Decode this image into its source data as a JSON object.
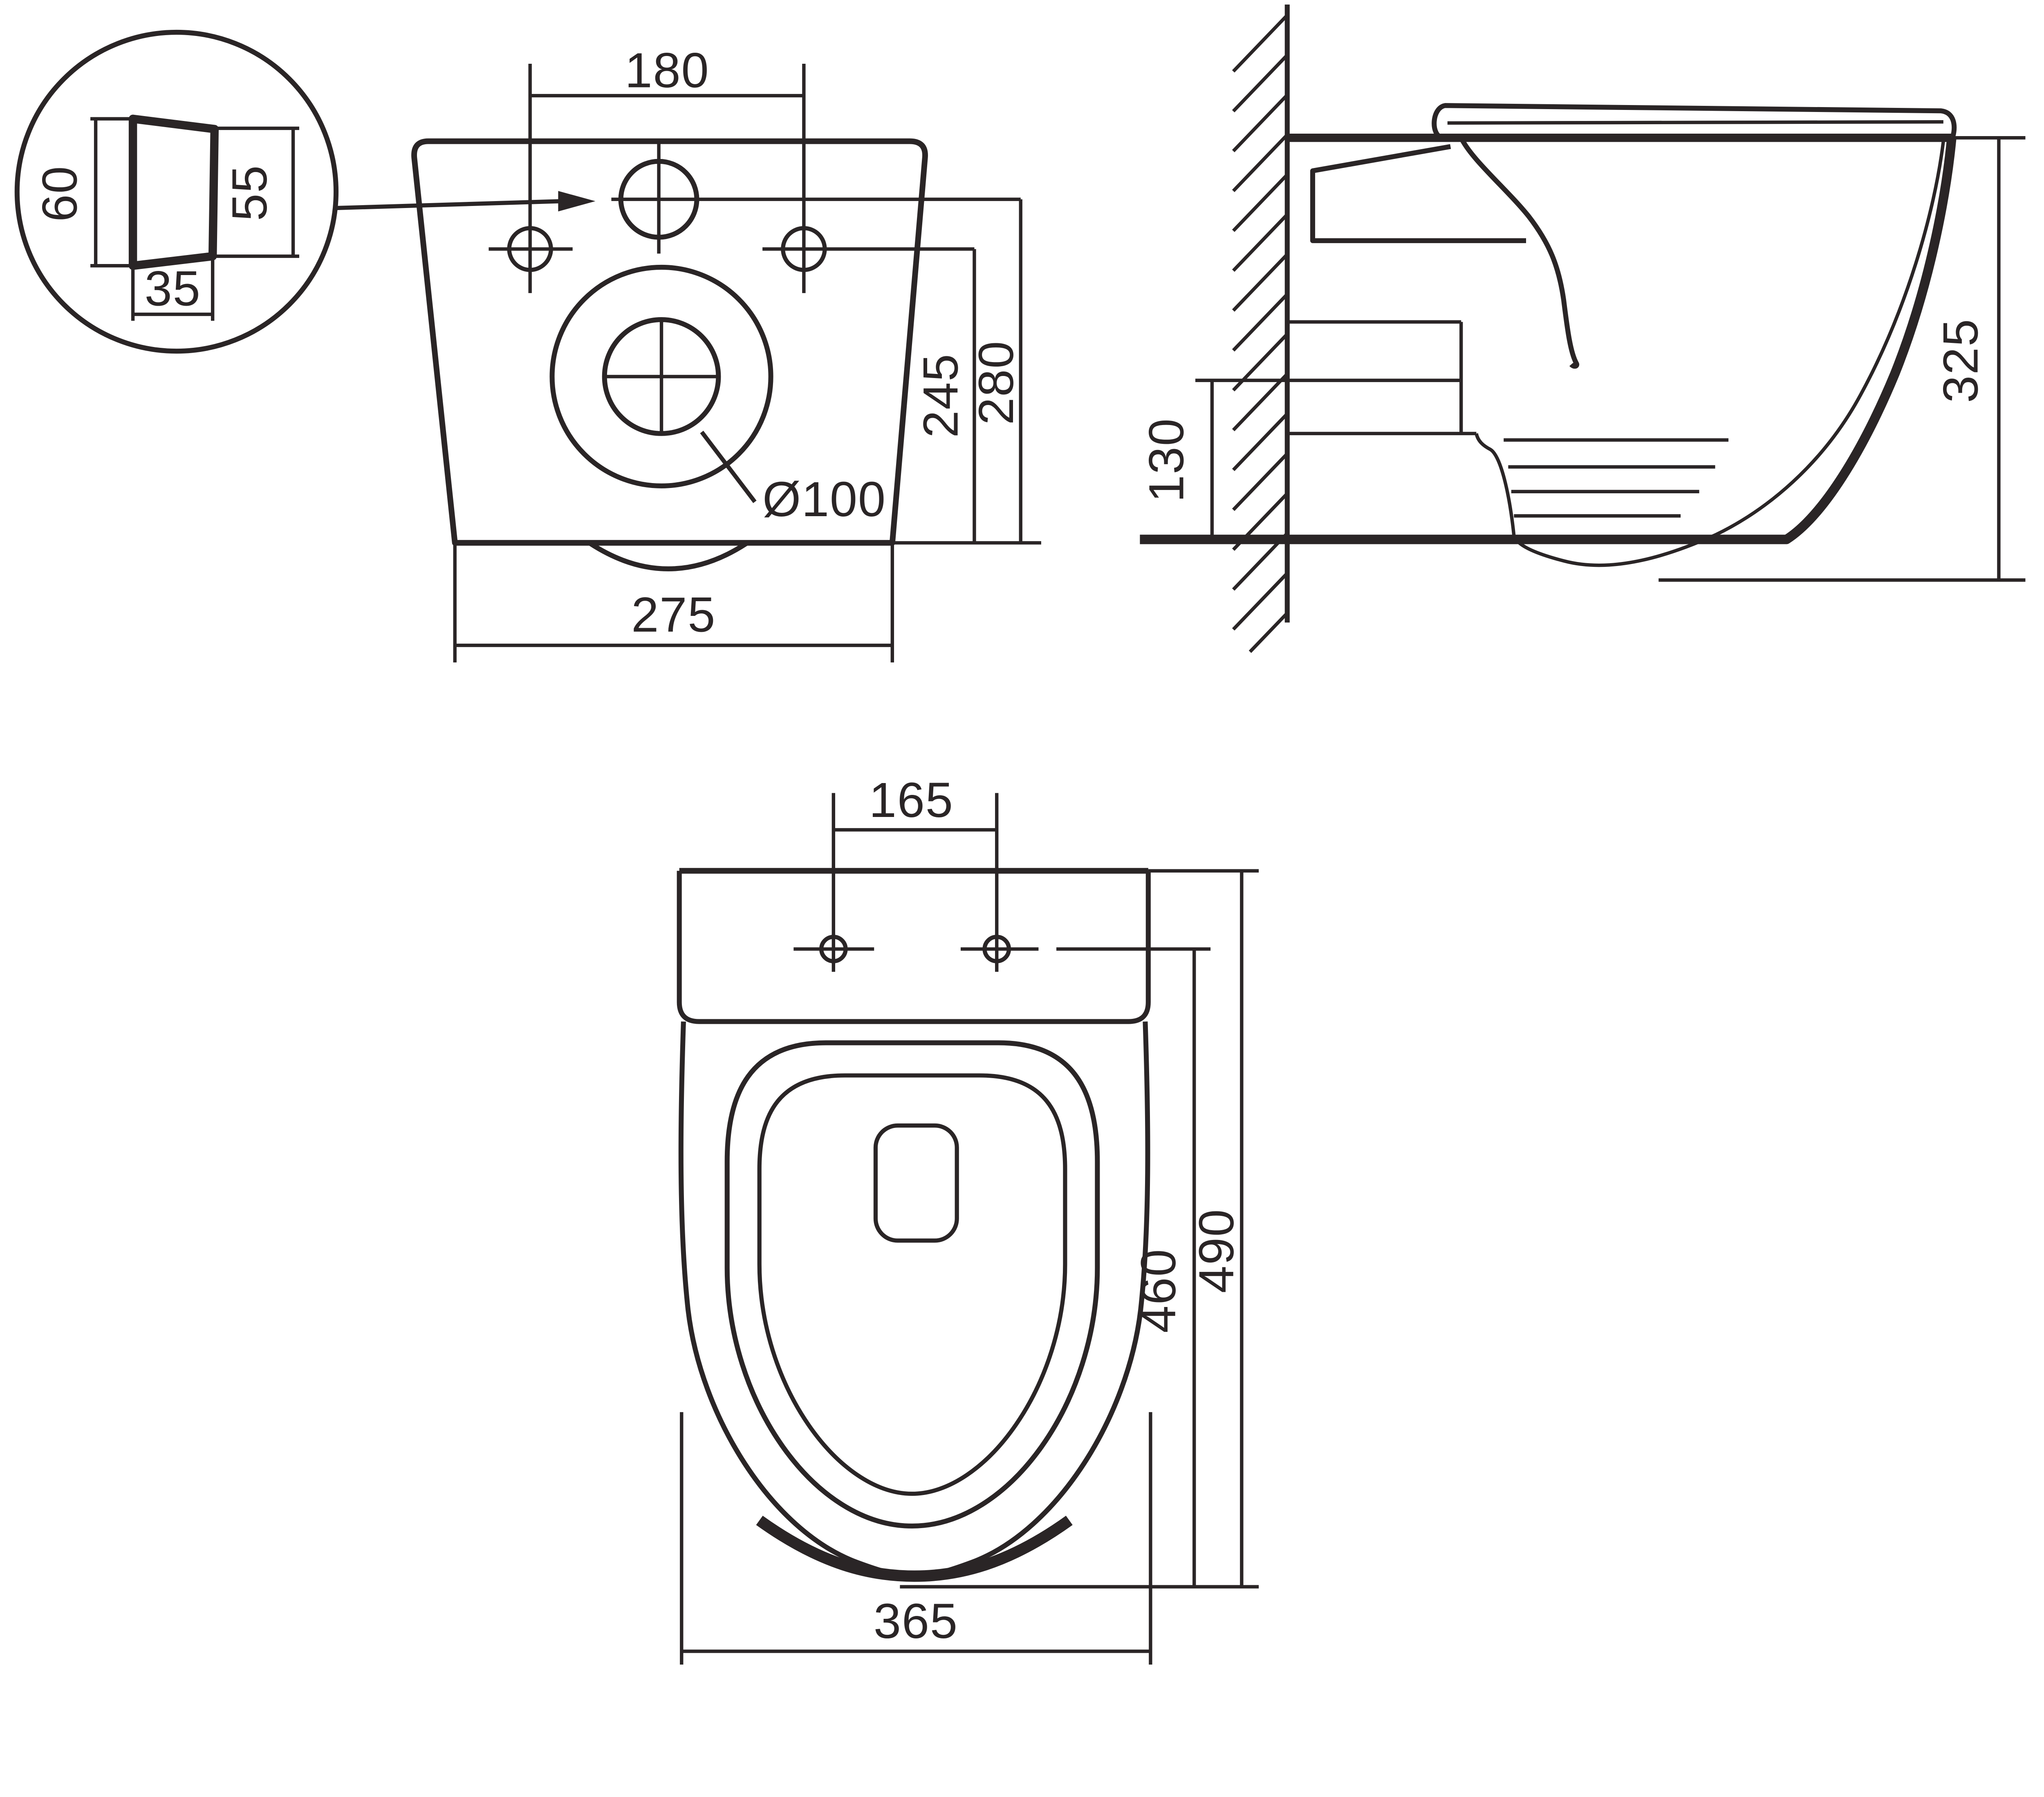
{
  "colors": {
    "line": "#2a2526",
    "background": "#ffffff"
  },
  "detail_view": {
    "label_height_left": "60",
    "label_height_right": "55",
    "label_width": "35"
  },
  "rear_view": {
    "label_hole_spacing": "180",
    "label_outlet_center_height": "245",
    "label_inlet_center_height": "280",
    "label_outlet_diameter": "Ø100",
    "label_body_width": "275"
  },
  "side_view": {
    "label_total_height": "325",
    "label_outlet_pipe_height": "130"
  },
  "top_view": {
    "label_hole_spacing": "165",
    "label_hole_to_front_depth": "460",
    "label_total_depth": "490",
    "label_bowl_width": "365"
  }
}
